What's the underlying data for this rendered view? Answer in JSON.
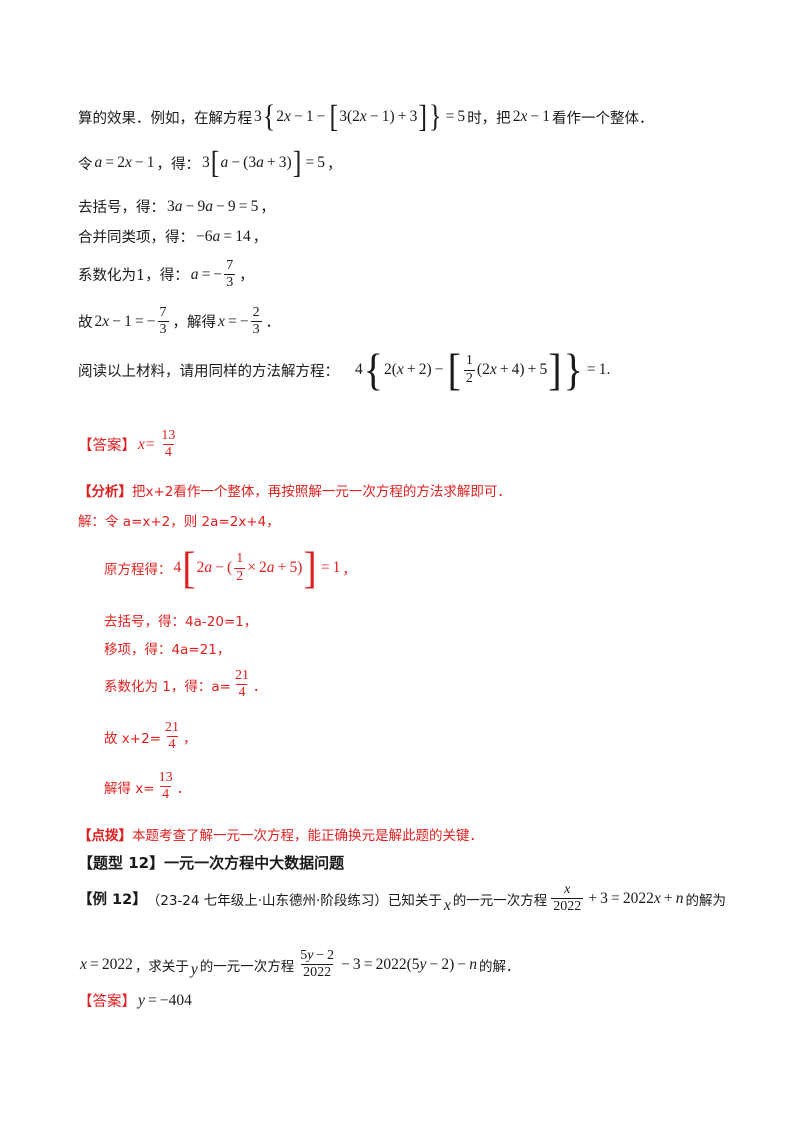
{
  "p1": {
    "t1": "算的效果．例如，在解方程",
    "t2": "时，把",
    "t3": "看作一个整体．"
  },
  "p2": {
    "t1": "令",
    "t2": "，得："
  },
  "p3": {
    "t1": "去括号，得："
  },
  "p4": {
    "t1": "合并同类项，得："
  },
  "p5": {
    "t1": "系数化为1，得："
  },
  "p6": {
    "t1": "故",
    "t2": "，解得"
  },
  "p7": {
    "t1": "阅读以上材料，请用同样的方法解方程："
  },
  "ans1": {
    "label": "【答案】",
    "var": "x="
  },
  "analysis": {
    "label": "【分析】",
    "text": "把x+2看作一个整体，再按照解一元一次方程的方法求解即可．"
  },
  "sol": {
    "l1": "解：令 a=x+2，则 2a=2x+4，",
    "l2": "原方程得：",
    "l3": "去括号，得：4a-20=1，",
    "l4": "移项，得：4a=21，",
    "l5": "系数化为 1，得：a=",
    "l6": "故 x+2=",
    "l7": "解得 x="
  },
  "tip": {
    "label": "【点拨】",
    "text": "本题考查了解一元一次方程，能正确换元是解此题的关键．"
  },
  "heading": "【题型 12】一元一次方程中大数据问题",
  "ex12": {
    "label": "【例 12】",
    "t1": "（23-24 七年级上·山东德州·阶段练习）已知关于",
    "t2": "的一元一次方程",
    "t3": "的解为"
  },
  "ex12b": {
    "t1": "，求关于",
    "t2": "的一元一次方程",
    "t3": "的解．"
  },
  "ans2": {
    "label": "【答案】"
  }
}
